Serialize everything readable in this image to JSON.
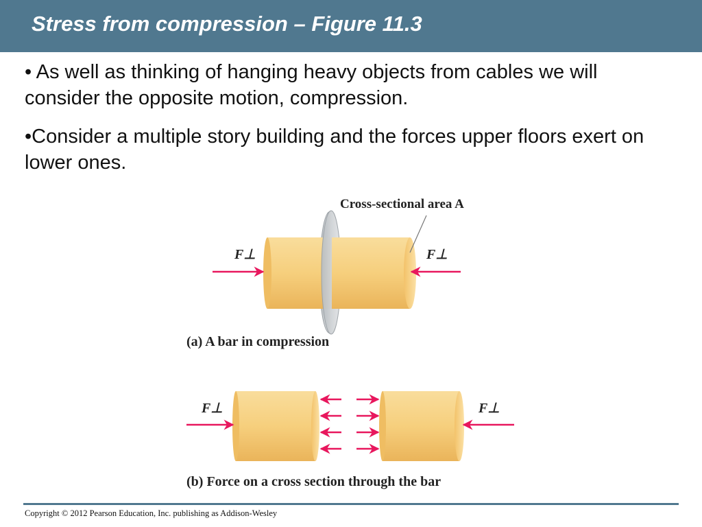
{
  "slide": {
    "title": "Stress from compression – Figure 11.3",
    "bullets": [
      "• As well as thinking of hanging heavy objects from cables we will consider the opposite motion, compression.",
      "•Consider a multiple story building and the forces upper floors exert on lower ones."
    ],
    "copyright": "Copyright © 2012 Pearson Education, Inc. publishing as Addison-Wesley"
  },
  "figure": {
    "cross_section_label": "Cross-sectional area A",
    "force_label": "F⊥",
    "caption_a": "(a) A bar in compression",
    "caption_b": "(b) Force on a cross section through the bar"
  },
  "colors": {
    "title_bar": "#50788f",
    "bar_fill": "#f6cf7d",
    "force_arrow": "#e8175d",
    "disk": "#c9cdd0"
  }
}
